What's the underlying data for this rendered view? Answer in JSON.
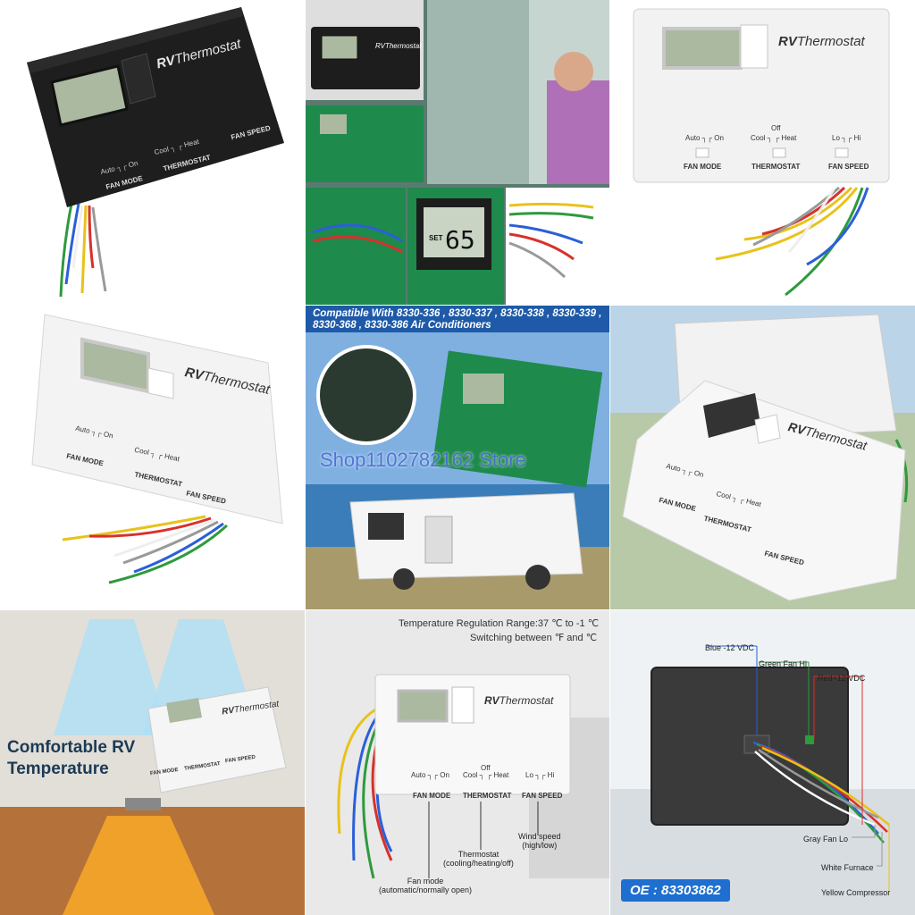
{
  "brand": "RVThermostat",
  "brand_prefix": "RV",
  "brand_suffix": "Thermostat",
  "controls": {
    "fan_mode": "FAN MODE",
    "thermostat": "THERMOSTAT",
    "fan_speed": "FAN SPEED",
    "auto_on": "Auto ┐┌ On",
    "cool_heat": "Cool ┐ ┌ Heat",
    "off": "Off",
    "lo_hi": "Lo ┐┌ Hi"
  },
  "panel2": {
    "set_label": "SET",
    "display_value": "65"
  },
  "panel5": {
    "banner": "Compatible With 8330-336 , 8330-337 , 8330-338 , 8330-339 , 8330-368 , 8330-386 Air Conditioners",
    "watermark": "Shop1102782162 Store"
  },
  "panel7": {
    "headline_1": "Comfortable RV",
    "headline_2": "Temperature"
  },
  "panel8": {
    "range": "Temperature Regulation Range:37 ℃ to -1 ℃",
    "switch": "Switching between ℉ and ℃",
    "wind_speed_1": "Wind speed",
    "wind_speed_2": "(high/low)",
    "thermostat_1": "Thermostat",
    "thermostat_2": "(cooling/heating/off)",
    "fan_mode_1": "Fan mode",
    "fan_mode_2": "(automatic/normally open)"
  },
  "panel9": {
    "blue": "Blue -12 VDC",
    "green": "Green Fan Hi",
    "red": "Red+12 VDC",
    "gray": "Gray Fan Lo",
    "white": "White  Furnace",
    "yellow": "Yellow Compressor",
    "oe": "OE : 83303862"
  },
  "colors": {
    "wire_blue": "#2b5fd9",
    "wire_green": "#2e9a3c",
    "wire_red": "#d8312b",
    "wire_yellow": "#e8c21a",
    "wire_white": "#f4f4f4",
    "wire_gray": "#9a9a9a"
  }
}
